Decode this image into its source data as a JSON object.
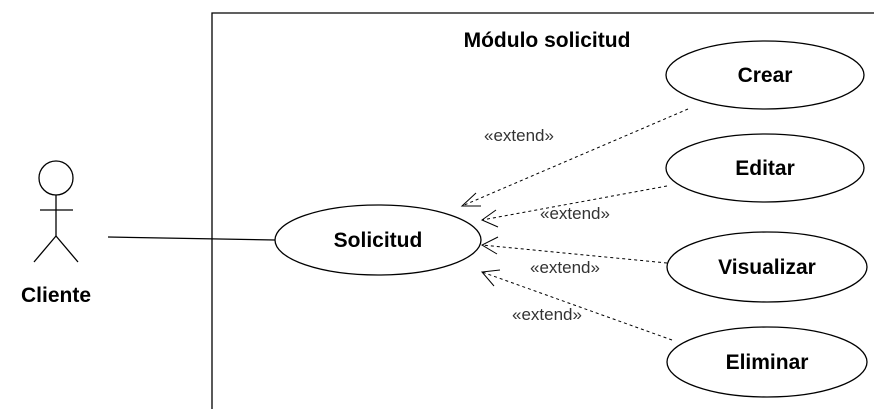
{
  "system": {
    "title": "Módulo solicitud"
  },
  "actor": {
    "name": "Cliente"
  },
  "use_cases": {
    "main": "Solicitud",
    "crear": "Crear",
    "editar": "Editar",
    "visualizar": "Visualizar",
    "eliminar": "Eliminar"
  },
  "relations": {
    "extend_1": "«extend»",
    "extend_2": "«extend»",
    "extend_3": "«extend»",
    "extend_4": "«extend»"
  }
}
